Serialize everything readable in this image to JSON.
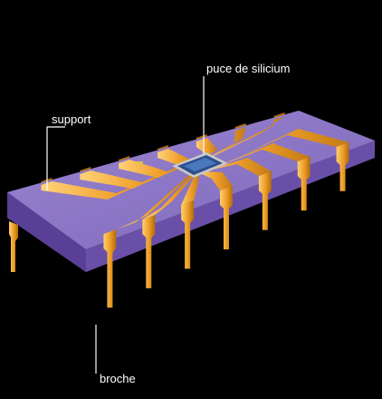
{
  "labels": {
    "chip": "puce de silicium",
    "support": "support",
    "pin": "broche"
  },
  "colors": {
    "background": "#000000",
    "substrate_top": "#8a73c4",
    "substrate_front": "#6a4fa8",
    "substrate_side": "#4e3887",
    "gold_light": "#f6c35a",
    "gold_mid": "#e89a22",
    "gold_dark": "#b8700f",
    "die": "#2d4f8e",
    "leader": "#ffffff"
  },
  "pins": {
    "front_row": 7,
    "back_row": 7
  }
}
